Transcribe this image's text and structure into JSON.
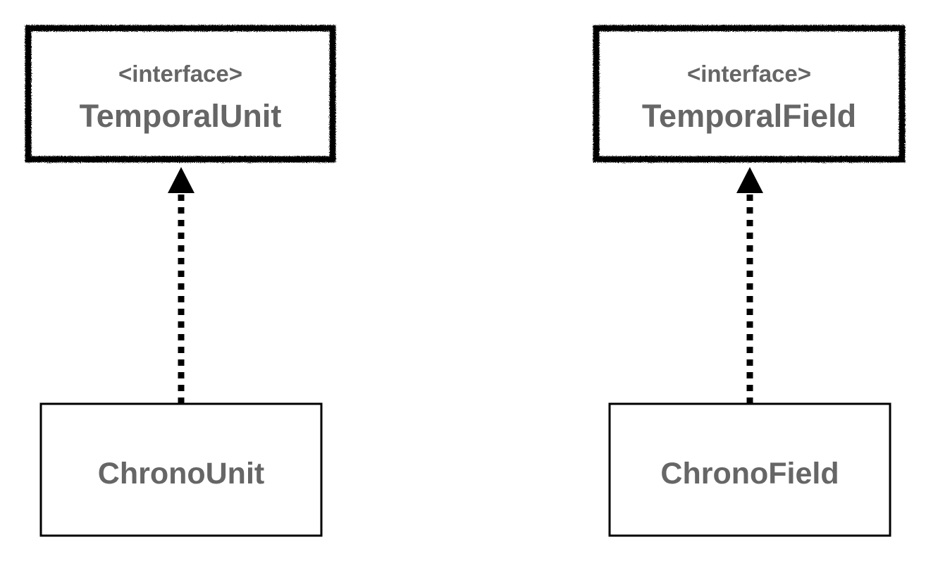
{
  "colors": {
    "text": "#666666",
    "stroke": "#000000",
    "background": "#ffffff"
  },
  "interfaces": [
    {
      "stereotype": "<interface>",
      "name": "TemporalUnit"
    },
    {
      "stereotype": "<interface>",
      "name": "TemporalField"
    }
  ],
  "classes": [
    {
      "name": "ChronoUnit"
    },
    {
      "name": "ChronoField"
    }
  ],
  "relations": [
    {
      "from": "ChronoUnit",
      "to": "TemporalUnit",
      "type": "realization"
    },
    {
      "from": "ChronoField",
      "to": "TemporalField",
      "type": "realization"
    }
  ]
}
